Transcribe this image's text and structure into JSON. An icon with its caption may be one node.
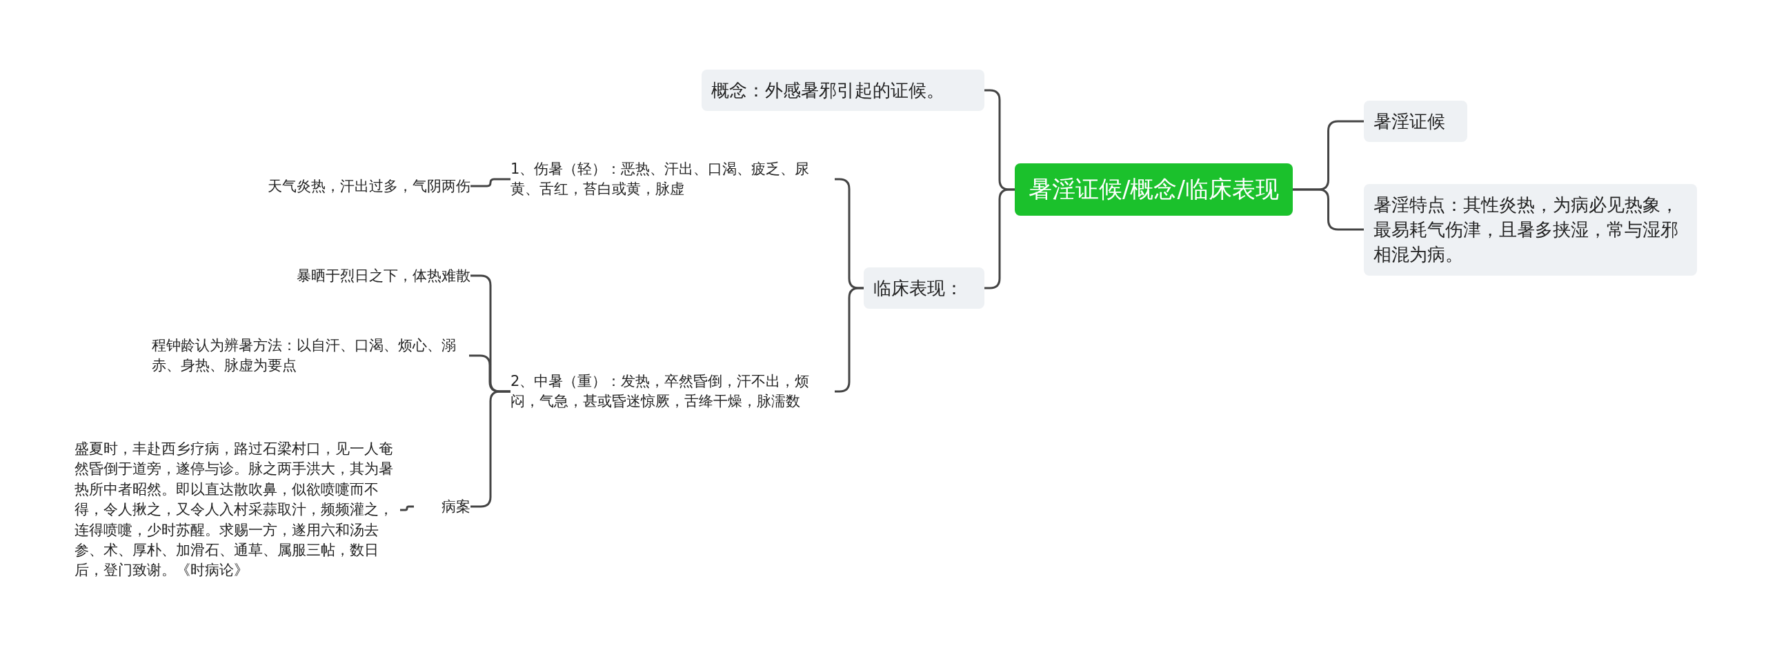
{
  "diagram": {
    "nodes": [
      {
        "text": [
          "暑淫证候/概念/临床表现"
        ]
      },
      {
        "text": [
          "概念：外感暑邪引起的证候。"
        ]
      },
      {
        "text": [
          "临床表现："
        ]
      },
      {
        "text": [
          "1、伤暑（轻）：恶热、汗出、口渴、疲乏、尿黄、舌红，苔白或黄，脉虚"
        ]
      },
      {
        "text": [
          "天气炎热，汗出过多，气阴两伤"
        ]
      },
      {
        "text": [
          "2、中暑（重）：发热，卒然昏倒，汗不出，烦闷，气急，甚或昏迷惊厥，舌绛干燥，脉濡数"
        ]
      },
      {
        "text": [
          "暴晒于烈日之下，体热难散"
        ]
      },
      {
        "text": [
          "程钟龄认为辨暑方法：以自汗、口渴、烦心、溺赤、身热、脉虚为要点"
        ]
      },
      {
        "text": [
          "病案"
        ]
      },
      {
        "text": [
          "盛夏时，丰赴西乡疗病，路过石梁村口，见一人奄然昏倒于道旁，遂停与诊。脉之两手洪大，其为暑热所中者昭然。即以直达散吹鼻，似欲喷嚏而不得，令人揪之，又令人入村采蒜取汁，频频灌之，连得喷嚏，少时苏醒。求赐一方，遂用六和汤去参、术、厚朴、加滑石、通草、属服三帖，数日后，登门致谢。《时病论》"
        ]
      },
      {
        "text": [
          "暑淫证候"
        ]
      },
      {
        "text": [
          "暑淫特点：其性炎热，为病必见热象，最易耗气伤津，且暑多挟湿，常与湿邪相混为病。"
        ]
      }
    ],
    "edges": [
      {
        "from": 0,
        "to": 1,
        "arrow": "none"
      },
      {
        "from": 0,
        "to": 2,
        "arrow": "none"
      },
      {
        "from": 2,
        "to": 3,
        "arrow": "none"
      },
      {
        "from": 3,
        "to": 4,
        "arrow": "none"
      },
      {
        "from": 2,
        "to": 5,
        "arrow": "none"
      },
      {
        "from": 5,
        "to": 6,
        "arrow": "none"
      },
      {
        "from": 5,
        "to": 7,
        "arrow": "none"
      },
      {
        "from": 5,
        "to": 8,
        "arrow": "none"
      },
      {
        "from": 8,
        "to": 9,
        "arrow": "none"
      },
      {
        "from": 0,
        "to": 10,
        "arrow": "none"
      },
      {
        "from": 0,
        "to": 11,
        "arrow": "none"
      }
    ]
  }
}
